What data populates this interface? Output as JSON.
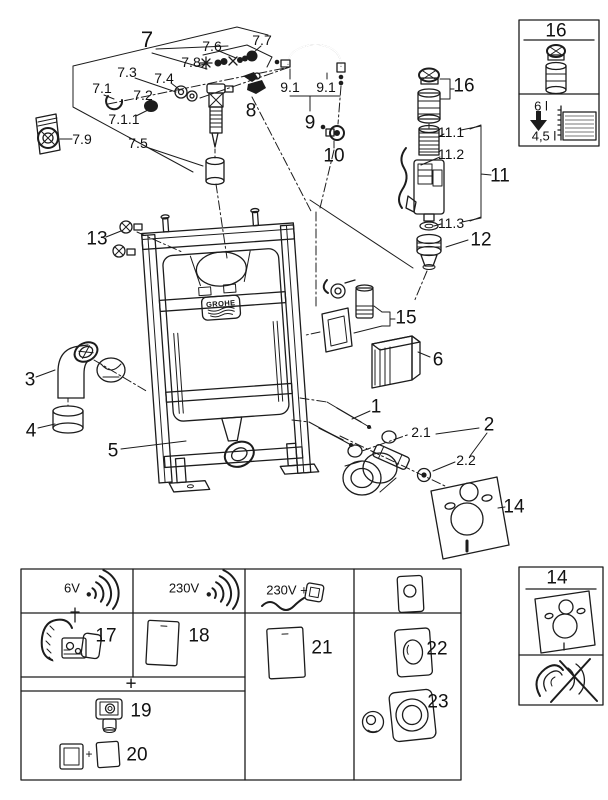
{
  "diagram": {
    "brand": "GROHE",
    "callouts": {
      "c1": "1",
      "c2": "2",
      "c2_1": "2.1",
      "c2_2": "2.2",
      "c3": "3",
      "c4": "4",
      "c5": "5",
      "c6": "6",
      "c7": "7",
      "c7_1": "7.1",
      "c7_1_1": "7.1.1",
      "c7_2": "7.2",
      "c7_3": "7.3",
      "c7_4": "7.4",
      "c7_5": "7.5",
      "c7_6": "7.6",
      "c7_7": "7.7",
      "c7_8": "7.8",
      "c7_9": "7.9",
      "c8": "8",
      "c9": "9",
      "c9_1a": "9.1",
      "c9_1b": "9.1",
      "c10": "10",
      "c11": "11",
      "c11_1": "11.1",
      "c11_2": "11.2",
      "c11_3": "11.3",
      "c12": "12",
      "c13": "13",
      "c14": "14",
      "c15": "15",
      "c16": "16"
    },
    "legend_top_right": {
      "number": "16",
      "volume_from": "6 l",
      "volume_to": "4,5 l"
    },
    "insulation_box": {
      "number": "14"
    },
    "options_table": {
      "headers": {
        "col1": "6V",
        "col2": "230V",
        "col3": "230V +"
      },
      "plus_row": "+",
      "plus_small": "+",
      "items": {
        "i17": "17",
        "i18": "18",
        "i19": "19",
        "i20": "20",
        "i21": "21",
        "i22": "22",
        "i23": "23"
      }
    },
    "icons": {
      "radio_waves": ")))",
      "power_plug": "plug",
      "flush_plate": "plate",
      "arrow_down": "↓",
      "water_tank": "tank-level",
      "insulation_mat": "mat-with-holes",
      "no_noise_ear": "ear-crossed-out"
    }
  }
}
